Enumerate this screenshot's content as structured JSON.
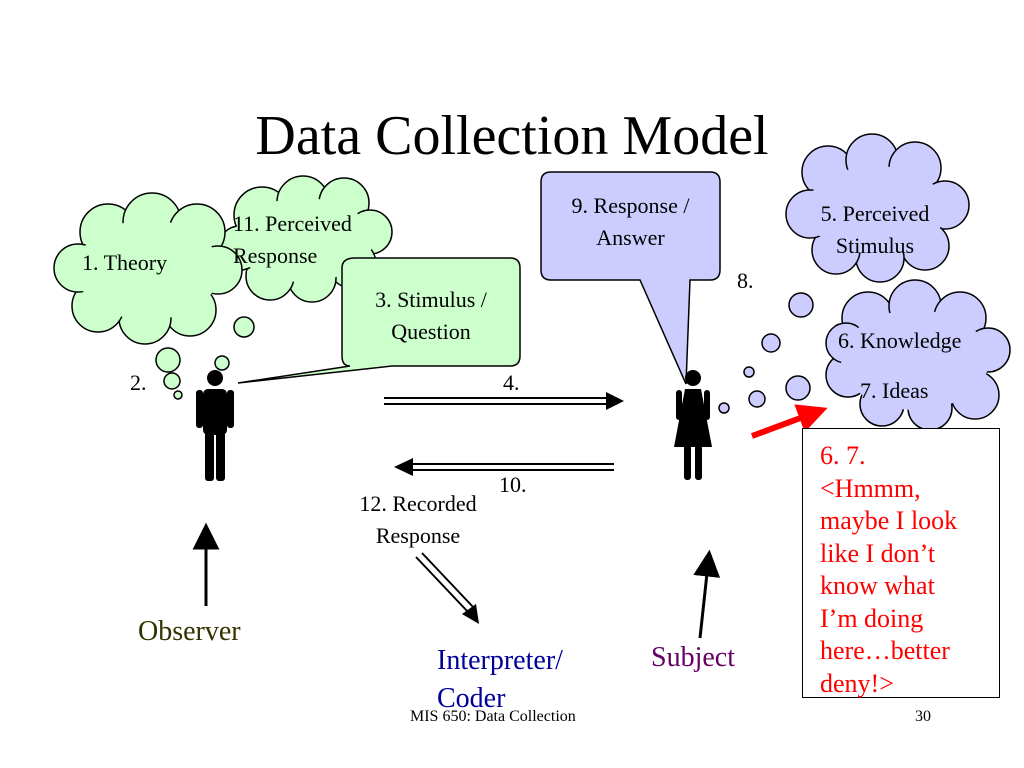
{
  "title": "Data Collection Model",
  "bubbles": {
    "theory": "1. Theory",
    "perceived_response": [
      "11. Perceived",
      "Response"
    ],
    "stimulus_question": [
      "3. Stimulus /",
      "Question"
    ],
    "response_answer": [
      "9. Response /",
      "Answer"
    ],
    "perceived_stimulus": [
      "5. Perceived",
      "Stimulus"
    ],
    "knowledge": "6. Knowledge",
    "ideas": "7. Ideas"
  },
  "step_labels": {
    "s2": "2.",
    "s4": "4.",
    "s8": "8.",
    "s10": "10.",
    "recorded_response": [
      "12. Recorded",
      "Response"
    ]
  },
  "roles": {
    "observer": "Observer",
    "interpreter": [
      "Interpreter/",
      "Coder"
    ],
    "subject": "Subject"
  },
  "annotation_lines": [
    "6. 7.",
    "<Hmmm,",
    "maybe I look",
    "like I don’t",
    "know what",
    "I’m doing",
    "here…better",
    "deny!>"
  ],
  "footer": {
    "course": "MIS 650: Data Collection",
    "page": "30"
  },
  "colors": {
    "thought_green": "#ccffcc",
    "thought_lavender": "#ccccff",
    "observer_text": "#333300",
    "interpreter_text": "#000099",
    "subject_text": "#660066",
    "annotation_red": "#ff0000"
  }
}
